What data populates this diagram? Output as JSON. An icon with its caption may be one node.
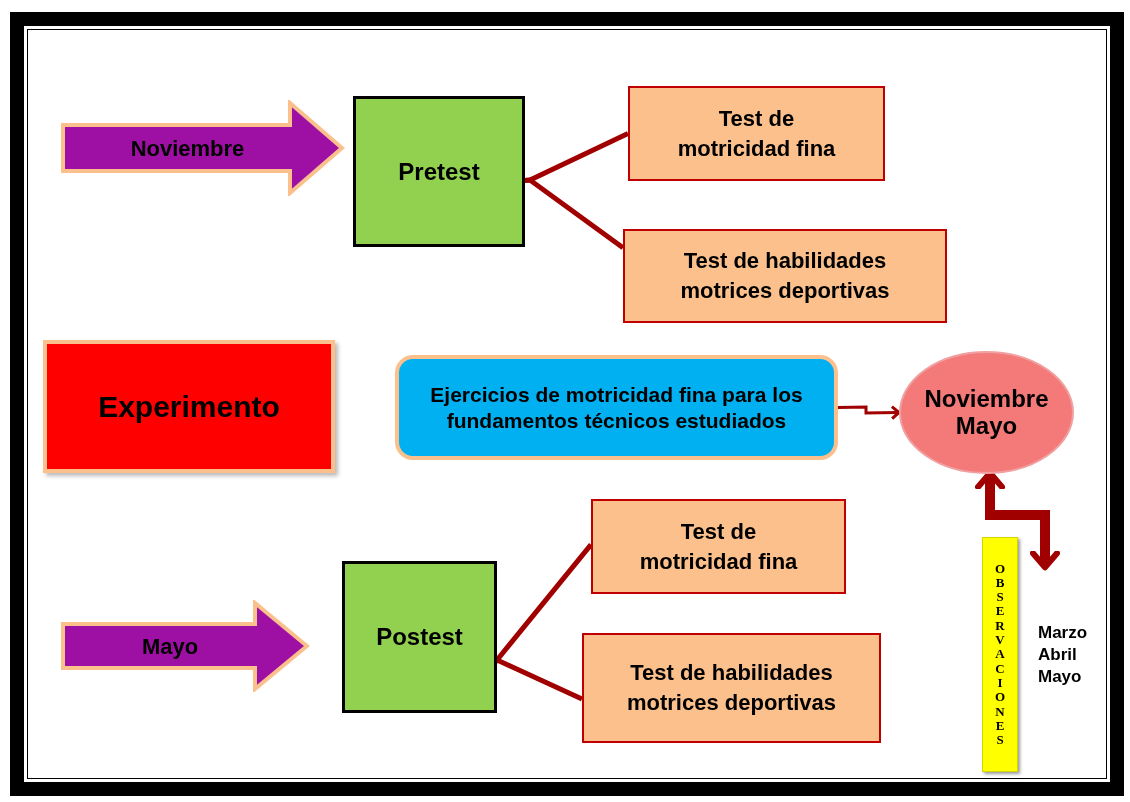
{
  "diagram": {
    "nodes": [
      {
        "text": [
          "Noviembre"
        ]
      },
      {
        "text": [
          "Pretest"
        ]
      },
      {
        "text": [
          "Test de motricidad fina"
        ]
      },
      {
        "text": [
          "Test de habilidades motrices deportivas"
        ]
      },
      {
        "text": [
          "Experimento"
        ]
      },
      {
        "text": [
          "Ejercicios de motricidad fina para los fundamentos técnicos estudiados"
        ]
      },
      {
        "text": [
          "Noviembre Mayo"
        ]
      },
      {
        "text": [
          "OBSERVACIONES"
        ],
        "beside": [
          "Marzo",
          "Abril",
          "Mayo"
        ]
      },
      {
        "text": [
          "Mayo"
        ]
      },
      {
        "text": [
          "Postest"
        ]
      },
      {
        "text": [
          "Test de motricidad fina"
        ]
      },
      {
        "text": [
          "Test de habilidades motrices deportivas"
        ]
      }
    ],
    "edges": [
      {
        "from": 1,
        "to": 2,
        "arrow": "none"
      },
      {
        "from": 1,
        "to": 3,
        "arrow": "none"
      },
      {
        "from": 5,
        "to": 6,
        "arrow": "to"
      },
      {
        "from": 7,
        "to": 6,
        "arrow": "both",
        "style": "thick"
      },
      {
        "from": 9,
        "to": 10,
        "arrow": "none"
      },
      {
        "from": 9,
        "to": 11,
        "arrow": "none"
      }
    ]
  }
}
